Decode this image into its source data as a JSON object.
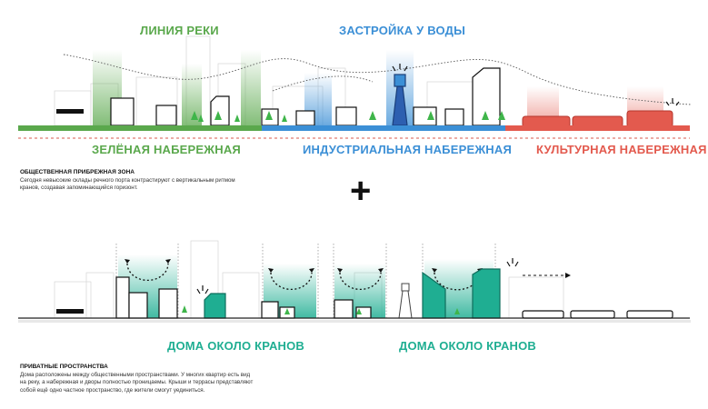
{
  "top": {
    "headers": {
      "river_line": "ЛИНИЯ РЕКИ",
      "waterfront_building": "ЗАСТРОЙКА У ВОДЫ"
    },
    "zones": {
      "green": "ЗЕЛЁНАЯ НАБЕРЕЖНАЯ",
      "industrial": "ИНДУСТРИАЛЬНАЯ НАБЕРЕЖНАЯ",
      "cultural": "КУЛЬТУРНАЯ НАБЕРЕЖНАЯ"
    },
    "section_title": "ОБЩЕСТВЕННАЯ ПРИБРЕЖНАЯ ЗОНА",
    "section_text_1": "Сегодня невысокие склады речного порта контрастируют с вертикальным ритмом",
    "section_text_2": "кранов, создавая запоминающийся горизонт."
  },
  "plus_sign": "+",
  "bottom": {
    "labels": {
      "houses_1": "ДОМА ОКОЛО КРАНОВ",
      "houses_2": "ДОМА ОКОЛО КРАНОВ"
    },
    "section_title": "ПРИВАТНЫЕ ПРОСТРАНСТВА",
    "section_text_1": "Дома расположены между общественными пространствами. У многих квартир есть вид",
    "section_text_2": "на реку, а набережная и дворы полностью проницаемы. Крыши и террасы представляют",
    "section_text_3": "собой ещё одно частное пространство, где жители смогут уединиться."
  },
  "colors": {
    "green": "#5aa84c",
    "blue": "#3b8fd6",
    "red": "#e35a4e",
    "teal": "#1fae92"
  }
}
